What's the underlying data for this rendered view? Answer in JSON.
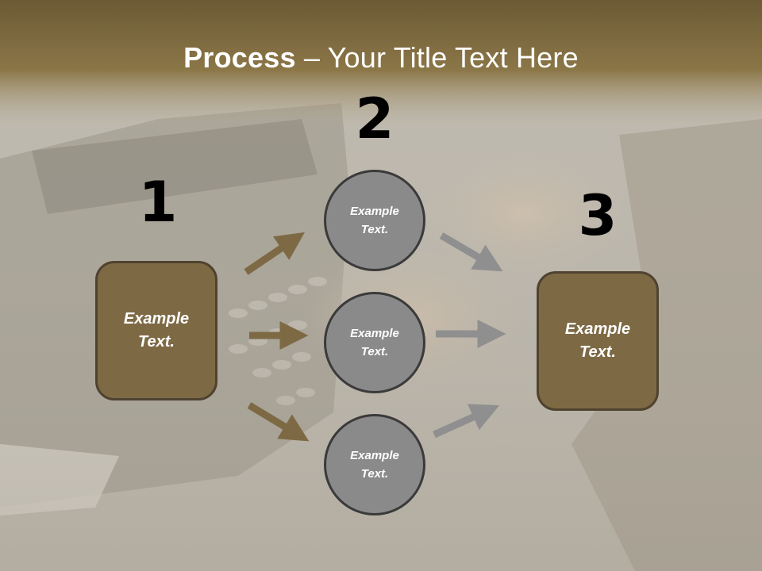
{
  "title": {
    "strong": "Process",
    "rest": " – Your Title Text Here"
  },
  "steps": [
    {
      "number": "1",
      "text_line1": "Example",
      "text_line2": "Text."
    },
    {
      "number": "2"
    },
    {
      "number": "3",
      "text_line1": "Example",
      "text_line2": "Text."
    }
  ],
  "circles": [
    {
      "text_line1": "Example",
      "text_line2": "Text."
    },
    {
      "text_line1": "Example",
      "text_line2": "Text."
    },
    {
      "text_line1": "Example",
      "text_line2": "Text."
    }
  ],
  "colors": {
    "box_fill": "#7d6a45",
    "circle_fill": "#8a8a8a",
    "arrow_left": "#7d6a45",
    "arrow_right": "#8f8f8f",
    "header_band": "#8b7647"
  }
}
